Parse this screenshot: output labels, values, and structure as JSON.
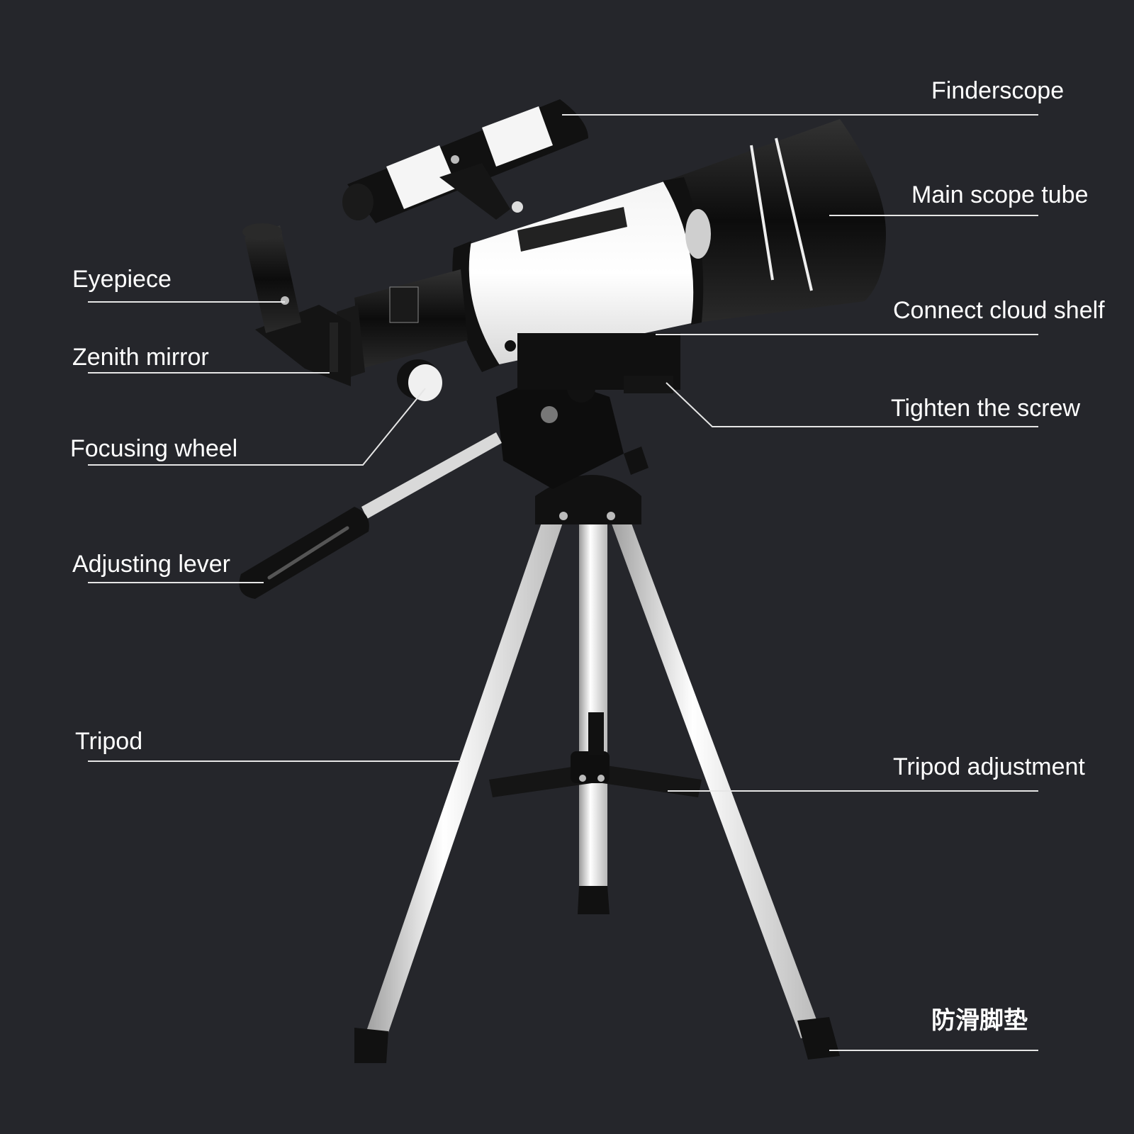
{
  "background_color": "#25262b",
  "line_color": "#e6e6e6",
  "labels": {
    "finderscope": "Finderscope",
    "main_scope_tube": "Main scope tube",
    "connect_cloud_shelf": "Connect cloud shelf",
    "tighten_screw": "Tighten the screw",
    "tripod_adjustment": "Tripod adjustment",
    "anti_slip_pad": "防滑脚垫",
    "eyepiece": "Eyepiece",
    "zenith_mirror": "Zenith mirror",
    "focusing_wheel": "Focusing wheel",
    "adjusting_lever": "Adjusting lever",
    "tripod": "Tripod"
  }
}
